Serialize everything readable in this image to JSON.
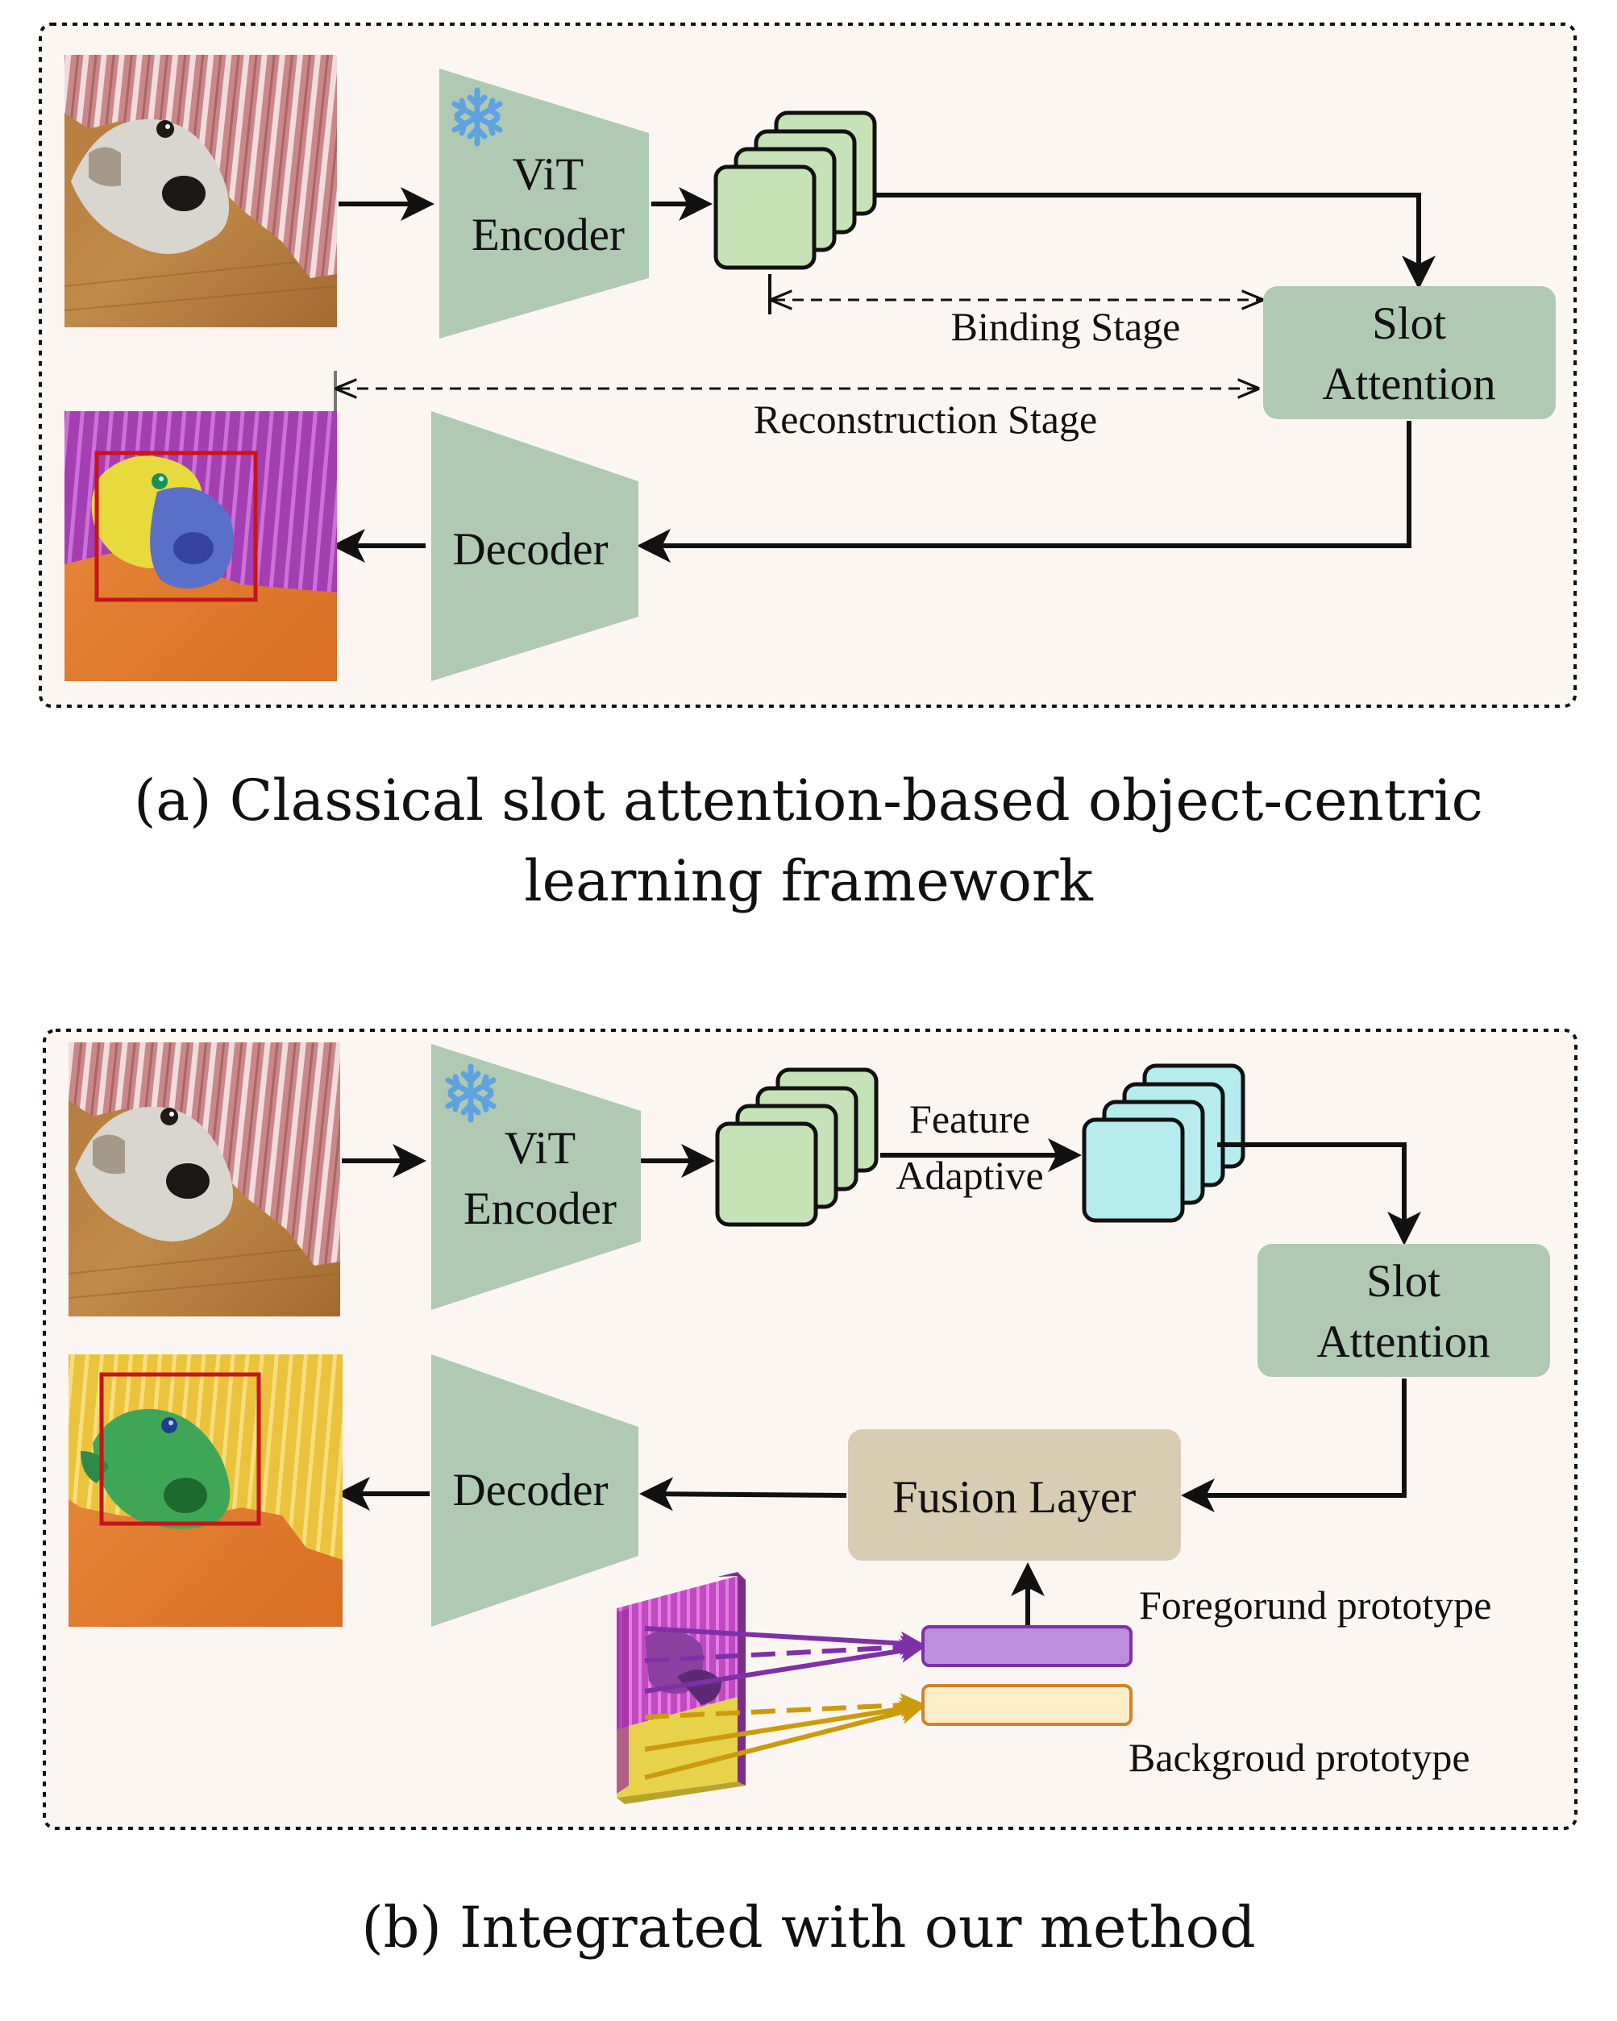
{
  "colors": {
    "panel_bg": "#fcf6f2",
    "module": "#afc9b3",
    "feature_green": "#c6e3b8",
    "feature_cyan": "#b6ecee",
    "fusion": "#d8ccb2",
    "fg_prototype": "#bb8fde",
    "bg_prototype": "#fdeec8",
    "fg_line": "#7e31a6",
    "bg_line": "#cc9b0c",
    "snowflake": "#5ea3e0",
    "highlight_box": "#c6141b"
  },
  "panel_a": {
    "encoder": {
      "line1": "ViT",
      "line2": "Encoder",
      "icon": "snowflake-icon"
    },
    "slot_attention": {
      "line1": "Slot",
      "line2": "Attention"
    },
    "decoder": "Decoder",
    "binding_stage": "Binding Stage",
    "reconstruction_stage": "Reconstruction Stage",
    "caption_line1": "(a) Classical slot attention-based object-centric",
    "caption_line2": "learning framework"
  },
  "panel_b": {
    "encoder": {
      "line1": "ViT",
      "line2": "Encoder",
      "icon": "snowflake-icon"
    },
    "feature_adaptive": {
      "line1": "Feature",
      "line2": "Adaptive"
    },
    "slot_attention": {
      "line1": "Slot",
      "line2": "Attention"
    },
    "fusion_layer": "Fusion Layer",
    "decoder": "Decoder",
    "foreground_prototype": "Foregorund prototype",
    "background_prototype": "Backgroud prototype",
    "caption": "(b) Integrated with our method"
  }
}
